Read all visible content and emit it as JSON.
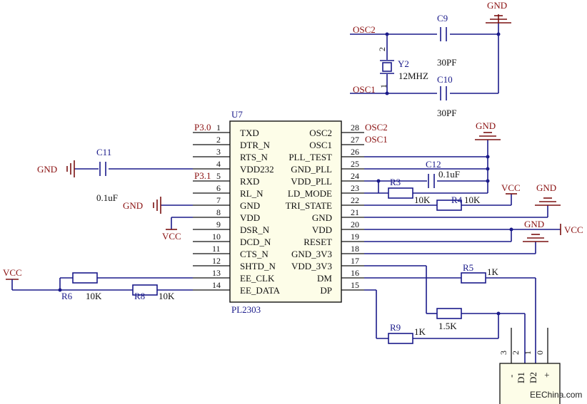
{
  "chip": {
    "ref": "U7",
    "part": "PL2303",
    "left_pins": [
      {
        "num": "1",
        "name": "TXD",
        "net": "P3.0"
      },
      {
        "num": "2",
        "name": "DTR_N",
        "net": ""
      },
      {
        "num": "3",
        "name": "RTS_N",
        "net": ""
      },
      {
        "num": "4",
        "name": "VDD232",
        "net": ""
      },
      {
        "num": "5",
        "name": "RXD",
        "net": "P3.1"
      },
      {
        "num": "6",
        "name": "RL_N",
        "net": ""
      },
      {
        "num": "7",
        "name": "GND",
        "net": ""
      },
      {
        "num": "8",
        "name": "VDD",
        "net": ""
      },
      {
        "num": "9",
        "name": "DSR_N",
        "net": ""
      },
      {
        "num": "10",
        "name": "DCD_N",
        "net": ""
      },
      {
        "num": "11",
        "name": "CTS_N",
        "net": ""
      },
      {
        "num": "12",
        "name": "SHTD_N",
        "net": ""
      },
      {
        "num": "13",
        "name": "EE_CLK",
        "net": ""
      },
      {
        "num": "14",
        "name": "EE_DATA",
        "net": ""
      }
    ],
    "right_pins": [
      {
        "num": "28",
        "name": "OSC2",
        "net": "OSC2"
      },
      {
        "num": "27",
        "name": "OSC1",
        "net": "OSC1"
      },
      {
        "num": "26",
        "name": "PLL_TEST",
        "net": ""
      },
      {
        "num": "25",
        "name": "GND_PLL",
        "net": ""
      },
      {
        "num": "24",
        "name": "VDD_PLL",
        "net": ""
      },
      {
        "num": "23",
        "name": "LD_MODE",
        "net": ""
      },
      {
        "num": "22",
        "name": "TRI_STATE",
        "net": ""
      },
      {
        "num": "21",
        "name": "GND",
        "net": ""
      },
      {
        "num": "20",
        "name": "VDD",
        "net": ""
      },
      {
        "num": "19",
        "name": "RESET",
        "net": ""
      },
      {
        "num": "18",
        "name": "GND_3V3",
        "net": ""
      },
      {
        "num": "17",
        "name": "VDD_3V3",
        "net": ""
      },
      {
        "num": "16",
        "name": "DM",
        "net": ""
      },
      {
        "num": "15",
        "name": "DP",
        "net": ""
      }
    ]
  },
  "crystal": {
    "ref": "Y2",
    "value": "12MHZ",
    "pin2": "2",
    "pin1": "1",
    "net_top": "OSC2",
    "net_bottom": "OSC1"
  },
  "capacitors": {
    "c9": {
      "ref": "C9",
      "value": "30PF"
    },
    "c10": {
      "ref": "C10",
      "value": "30PF"
    },
    "c11": {
      "ref": "C11",
      "value": "0.1uF"
    },
    "c12": {
      "ref": "C12",
      "value": "0.1uF"
    }
  },
  "resistors": {
    "r3": {
      "ref": "R3",
      "value": "10K"
    },
    "r4": {
      "ref": "R4",
      "value": "10K"
    },
    "r5": {
      "ref": "R5",
      "value": "1K"
    },
    "r6": {
      "ref": "R6",
      "value": "10K"
    },
    "r8": {
      "ref": "R8",
      "value": "10K"
    },
    "r9": {
      "ref": "R9",
      "value": "1K"
    },
    "r_dm": {
      "ref": "",
      "value": "1.5K"
    }
  },
  "power": {
    "gnd": "GND",
    "vcc": "VCC"
  },
  "connector": {
    "pins": [
      "3",
      "2",
      "1",
      "0"
    ],
    "labels": [
      "-",
      "D1",
      "D2",
      "+"
    ]
  },
  "watermark": "EEChina.com"
}
